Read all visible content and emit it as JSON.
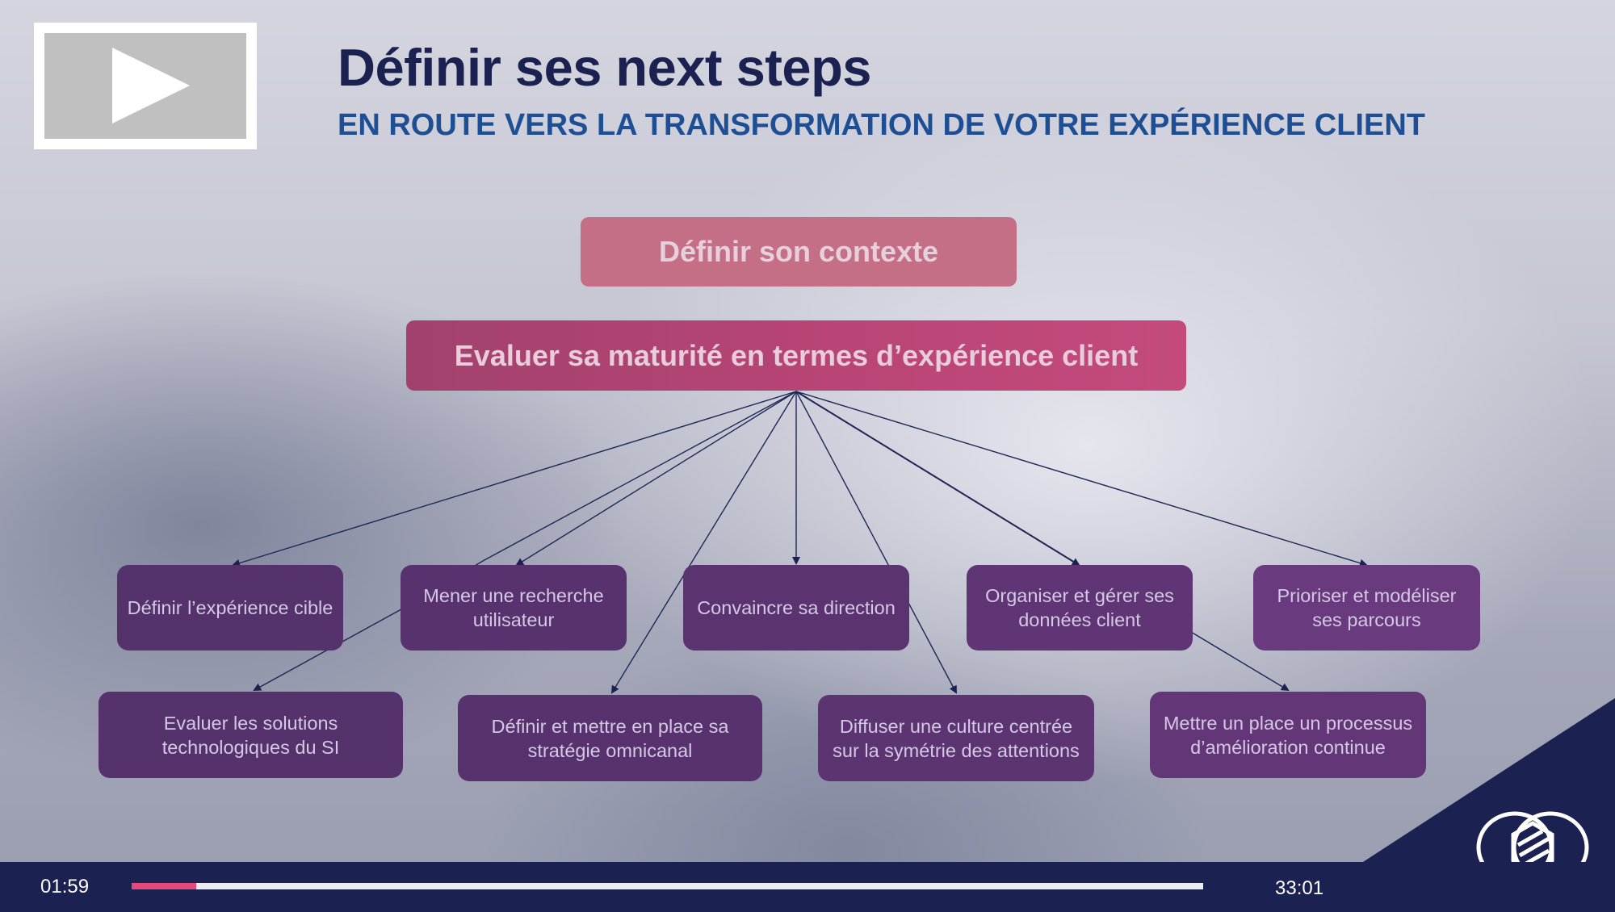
{
  "header": {
    "title": "Définir ses next steps",
    "subtitle": "EN ROUTE VERS LA TRANSFORMATION DE VOTRE EXPÉRIENCE CLIENT"
  },
  "video": {
    "icon": "play-icon"
  },
  "diagram": {
    "context_label": "Définir son contexte",
    "maturity_label": "Evaluer sa maturité en termes d’expérience client",
    "steps_top": [
      "Définir l’expérience cible",
      "Mener une recherche utilisateur",
      "Convaincre sa direction",
      "Organiser et gérer ses données client",
      "Prioriser et modéliser ses parcours"
    ],
    "steps_bottom": [
      "Evaluer les solutions technologiques du SI",
      "Définir et mettre en place sa stratégie omnicanal",
      "Diffuser une culture centrée sur la symétrie des attentions",
      "Mettre un place un processus d’amélioration continue"
    ]
  },
  "player": {
    "current_time": "01:59",
    "total_time": "33:01",
    "progress": 0.06
  },
  "colors": {
    "navy": "#1b2150",
    "subtitle_blue": "#1e4f94",
    "context_pink": "#c46f86",
    "maturity_magenta": "#b84575",
    "step_purple": "#5a3272",
    "progress_accent": "#e4497d"
  },
  "logo": {
    "icon": "brand-logo-icon"
  }
}
